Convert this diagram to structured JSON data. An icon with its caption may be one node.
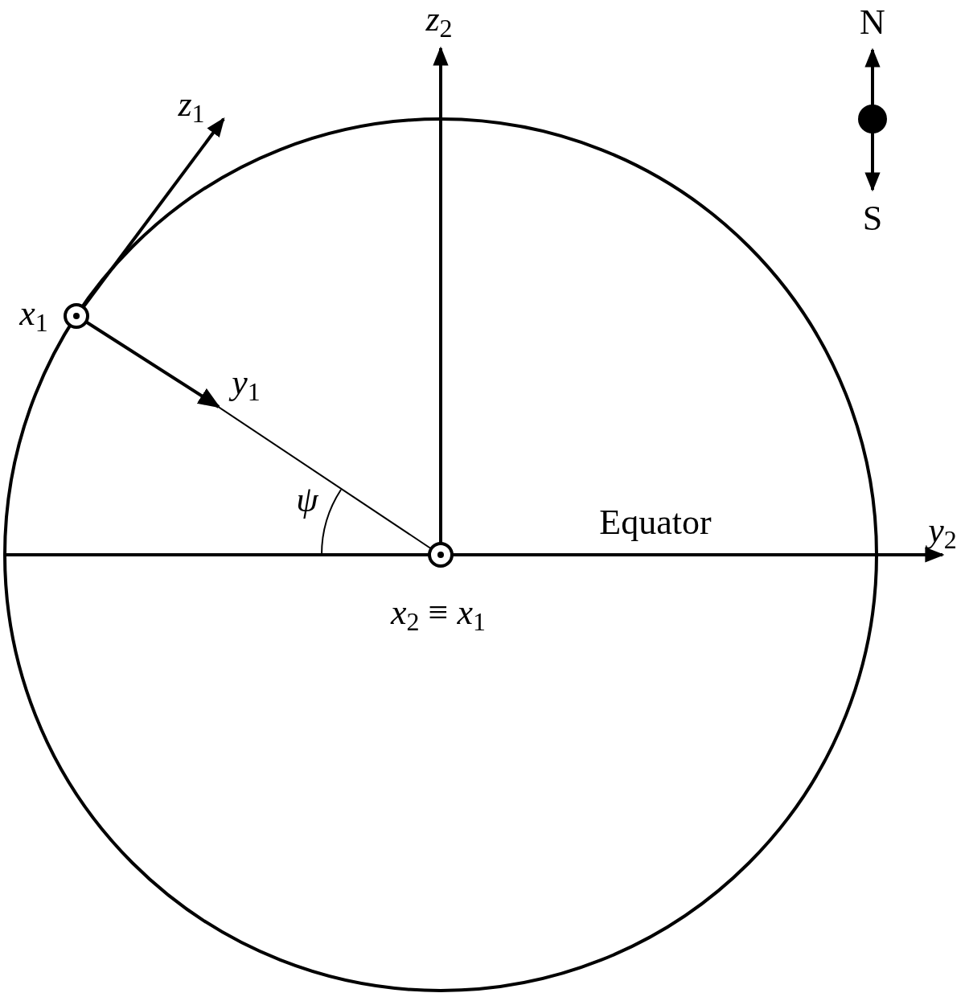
{
  "diagram": {
    "labels": [
      "*z*$_{2}$",
      "N",
      "*z*$_{1}$",
      "S",
      "*x*$_{1}$",
      "*y*$_{1}$",
      "ψ",
      "Equator",
      "*y*$_{2}$",
      "*x*$_{2}$ ≡ *x*$_{1}$"
    ]
  }
}
